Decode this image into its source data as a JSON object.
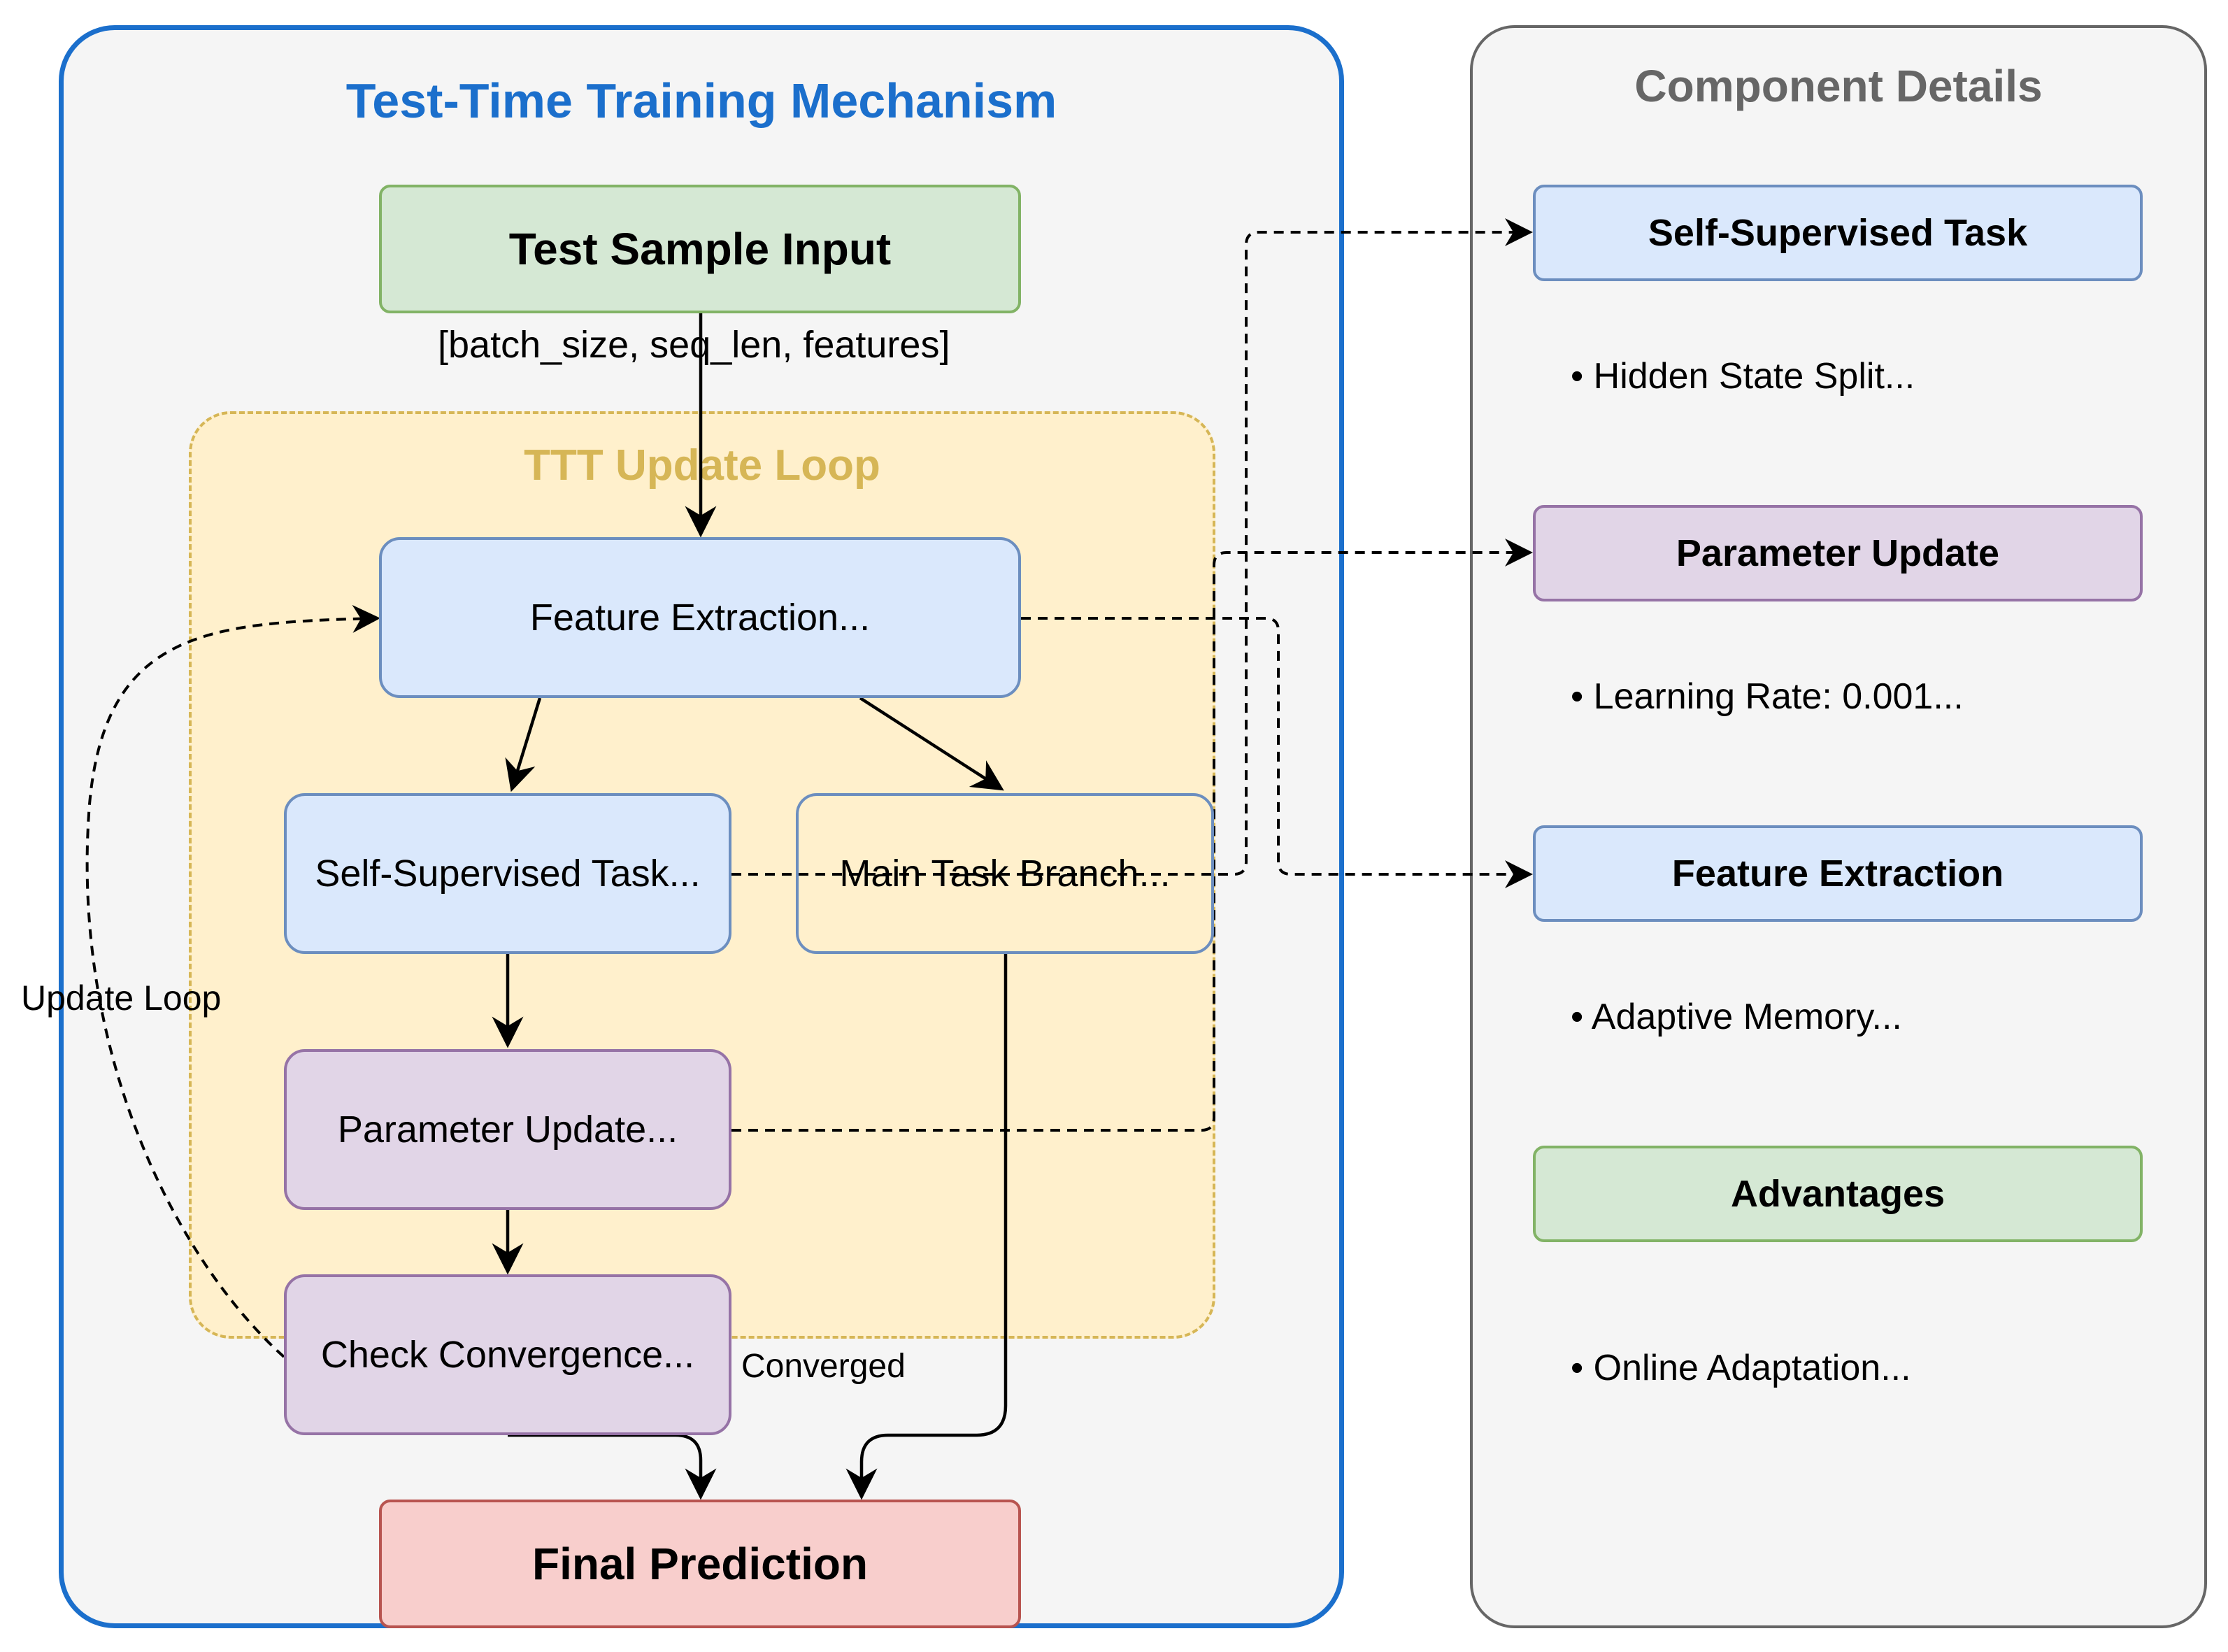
{
  "diagram": {
    "main_title": "Test-Time Training Mechanism",
    "loop_title": "TTT Update Loop",
    "nodes": {
      "input": "Test Sample Input",
      "feature": "Feature Extraction...",
      "selfsup": "Self-Supervised Task...",
      "maintask": "Main Task Branch...",
      "param": "Parameter Update...",
      "converge": "Check Convergence...",
      "final": "Final Prediction"
    },
    "edge_labels": {
      "input_shape": "[batch_size, seq_len, features]",
      "update_loop": "Update Loop",
      "converged": "Converged"
    },
    "colors": {
      "main_border": "#1b6fcc",
      "loop_fill": "#fff0cc",
      "loop_border": "#d6b656",
      "green": "#d5e8d4",
      "blue": "#dae8fc",
      "purple": "#e1d5e7",
      "red": "#f8cecc"
    }
  },
  "details": {
    "title": "Component Details",
    "items": [
      {
        "header": "Self-Supervised Task",
        "bullet": "• Hidden State Split..."
      },
      {
        "header": "Parameter Update",
        "bullet": "• Learning Rate: 0.001..."
      },
      {
        "header": "Feature Extraction",
        "bullet": "• Adaptive Memory..."
      },
      {
        "header": "Advantages",
        "bullet": "• Online Adaptation..."
      }
    ]
  }
}
